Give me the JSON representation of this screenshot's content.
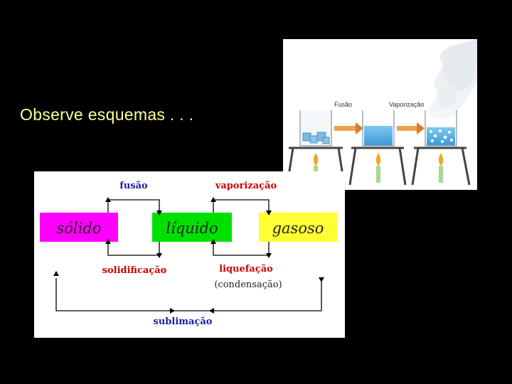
{
  "slide": {
    "title": "Observe esquemas . . ."
  },
  "photo": {
    "label_fusion": "Fusão",
    "label_vaporization": "Vaporização"
  },
  "diagram": {
    "states": {
      "solid": "sólido",
      "liquid": "líquido",
      "gas": "gasoso"
    },
    "transitions": {
      "fusion": "fusão",
      "vaporization": "vaporização",
      "solidification": "solidificação",
      "liquefaction": "liquefação",
      "condensation": "(condensação)",
      "sublimation": "sublimação"
    },
    "colors": {
      "solid": "#ff00ff",
      "liquid": "#00e000",
      "gas": "#ffff33",
      "transition_text": "#cc0000",
      "fusion_text": "#1a1aa6"
    }
  }
}
